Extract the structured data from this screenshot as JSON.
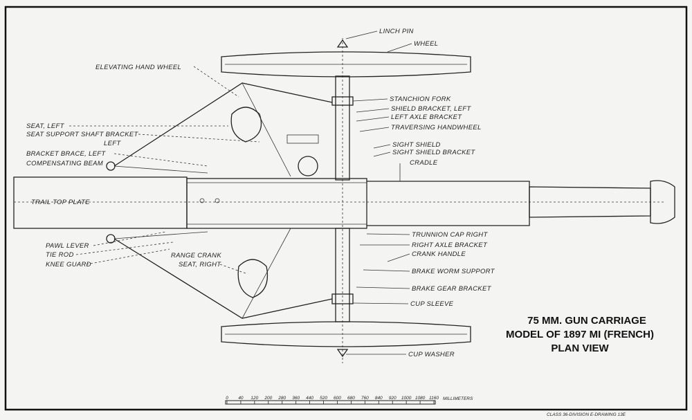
{
  "title": {
    "line1": "75 MM. GUN CARRIAGE",
    "line2": "MODEL OF 1897 MI (FRENCH)",
    "line3": "PLAN VIEW"
  },
  "footer": "CLASS 36-DIVISION E-DRAWING 13E",
  "scale": {
    "ticks": [
      "0",
      "40",
      "120",
      "200",
      "280",
      "360",
      "440",
      "520",
      "600",
      "680",
      "760",
      "840",
      "920",
      "1000",
      "1080",
      "1160"
    ],
    "unit": "MILLIMETERS"
  },
  "labels_left": {
    "elevating_hand_wheel": "ELEVATING HAND WHEEL",
    "seat_left": "SEAT, LEFT",
    "seat_support_shaft_bracket": "SEAT SUPPORT SHAFT BRACKET",
    "seat_support_left": "LEFT",
    "bracket_brace_left": "BRACKET BRACE, LEFT",
    "compensating_beam": "COMPENSATING BEAM",
    "trail_top_plate": "TRAIL TOP PLATE",
    "pawl_lever": "PAWL LEVER",
    "tie_rod": "TIE ROD",
    "knee_guard": "KNEE GUARD",
    "range_crank": "RANGE CRANK",
    "seat_right": "SEAT, RIGHT"
  },
  "labels_right": {
    "linch_pin": "LINCH PIN",
    "wheel": "WHEEL",
    "stanchion_fork": "STANCHION FORK",
    "shield_bracket_left": "SHIELD BRACKET, LEFT",
    "left_axle_bracket": "LEFT AXLE BRACKET",
    "traversing_handwheel": "TRAVERSING HANDWHEEL",
    "sight_shield": "SIGHT SHIELD",
    "sight_shield_bracket": "SIGHT SHIELD BRACKET",
    "cradle": "CRADLE",
    "trunnion_cap_right": "TRUNNION CAP RIGHT",
    "right_axle_bracket": "RIGHT AXLE BRACKET",
    "crank_handle": "CRANK HANDLE",
    "brake_worm_support": "BRAKE WORM SUPPORT",
    "brake_gear_bracket": "BRAKE GEAR BRACKET",
    "cup_sleeve": "CUP SLEEVE",
    "cup_washer": "CUP WASHER"
  }
}
